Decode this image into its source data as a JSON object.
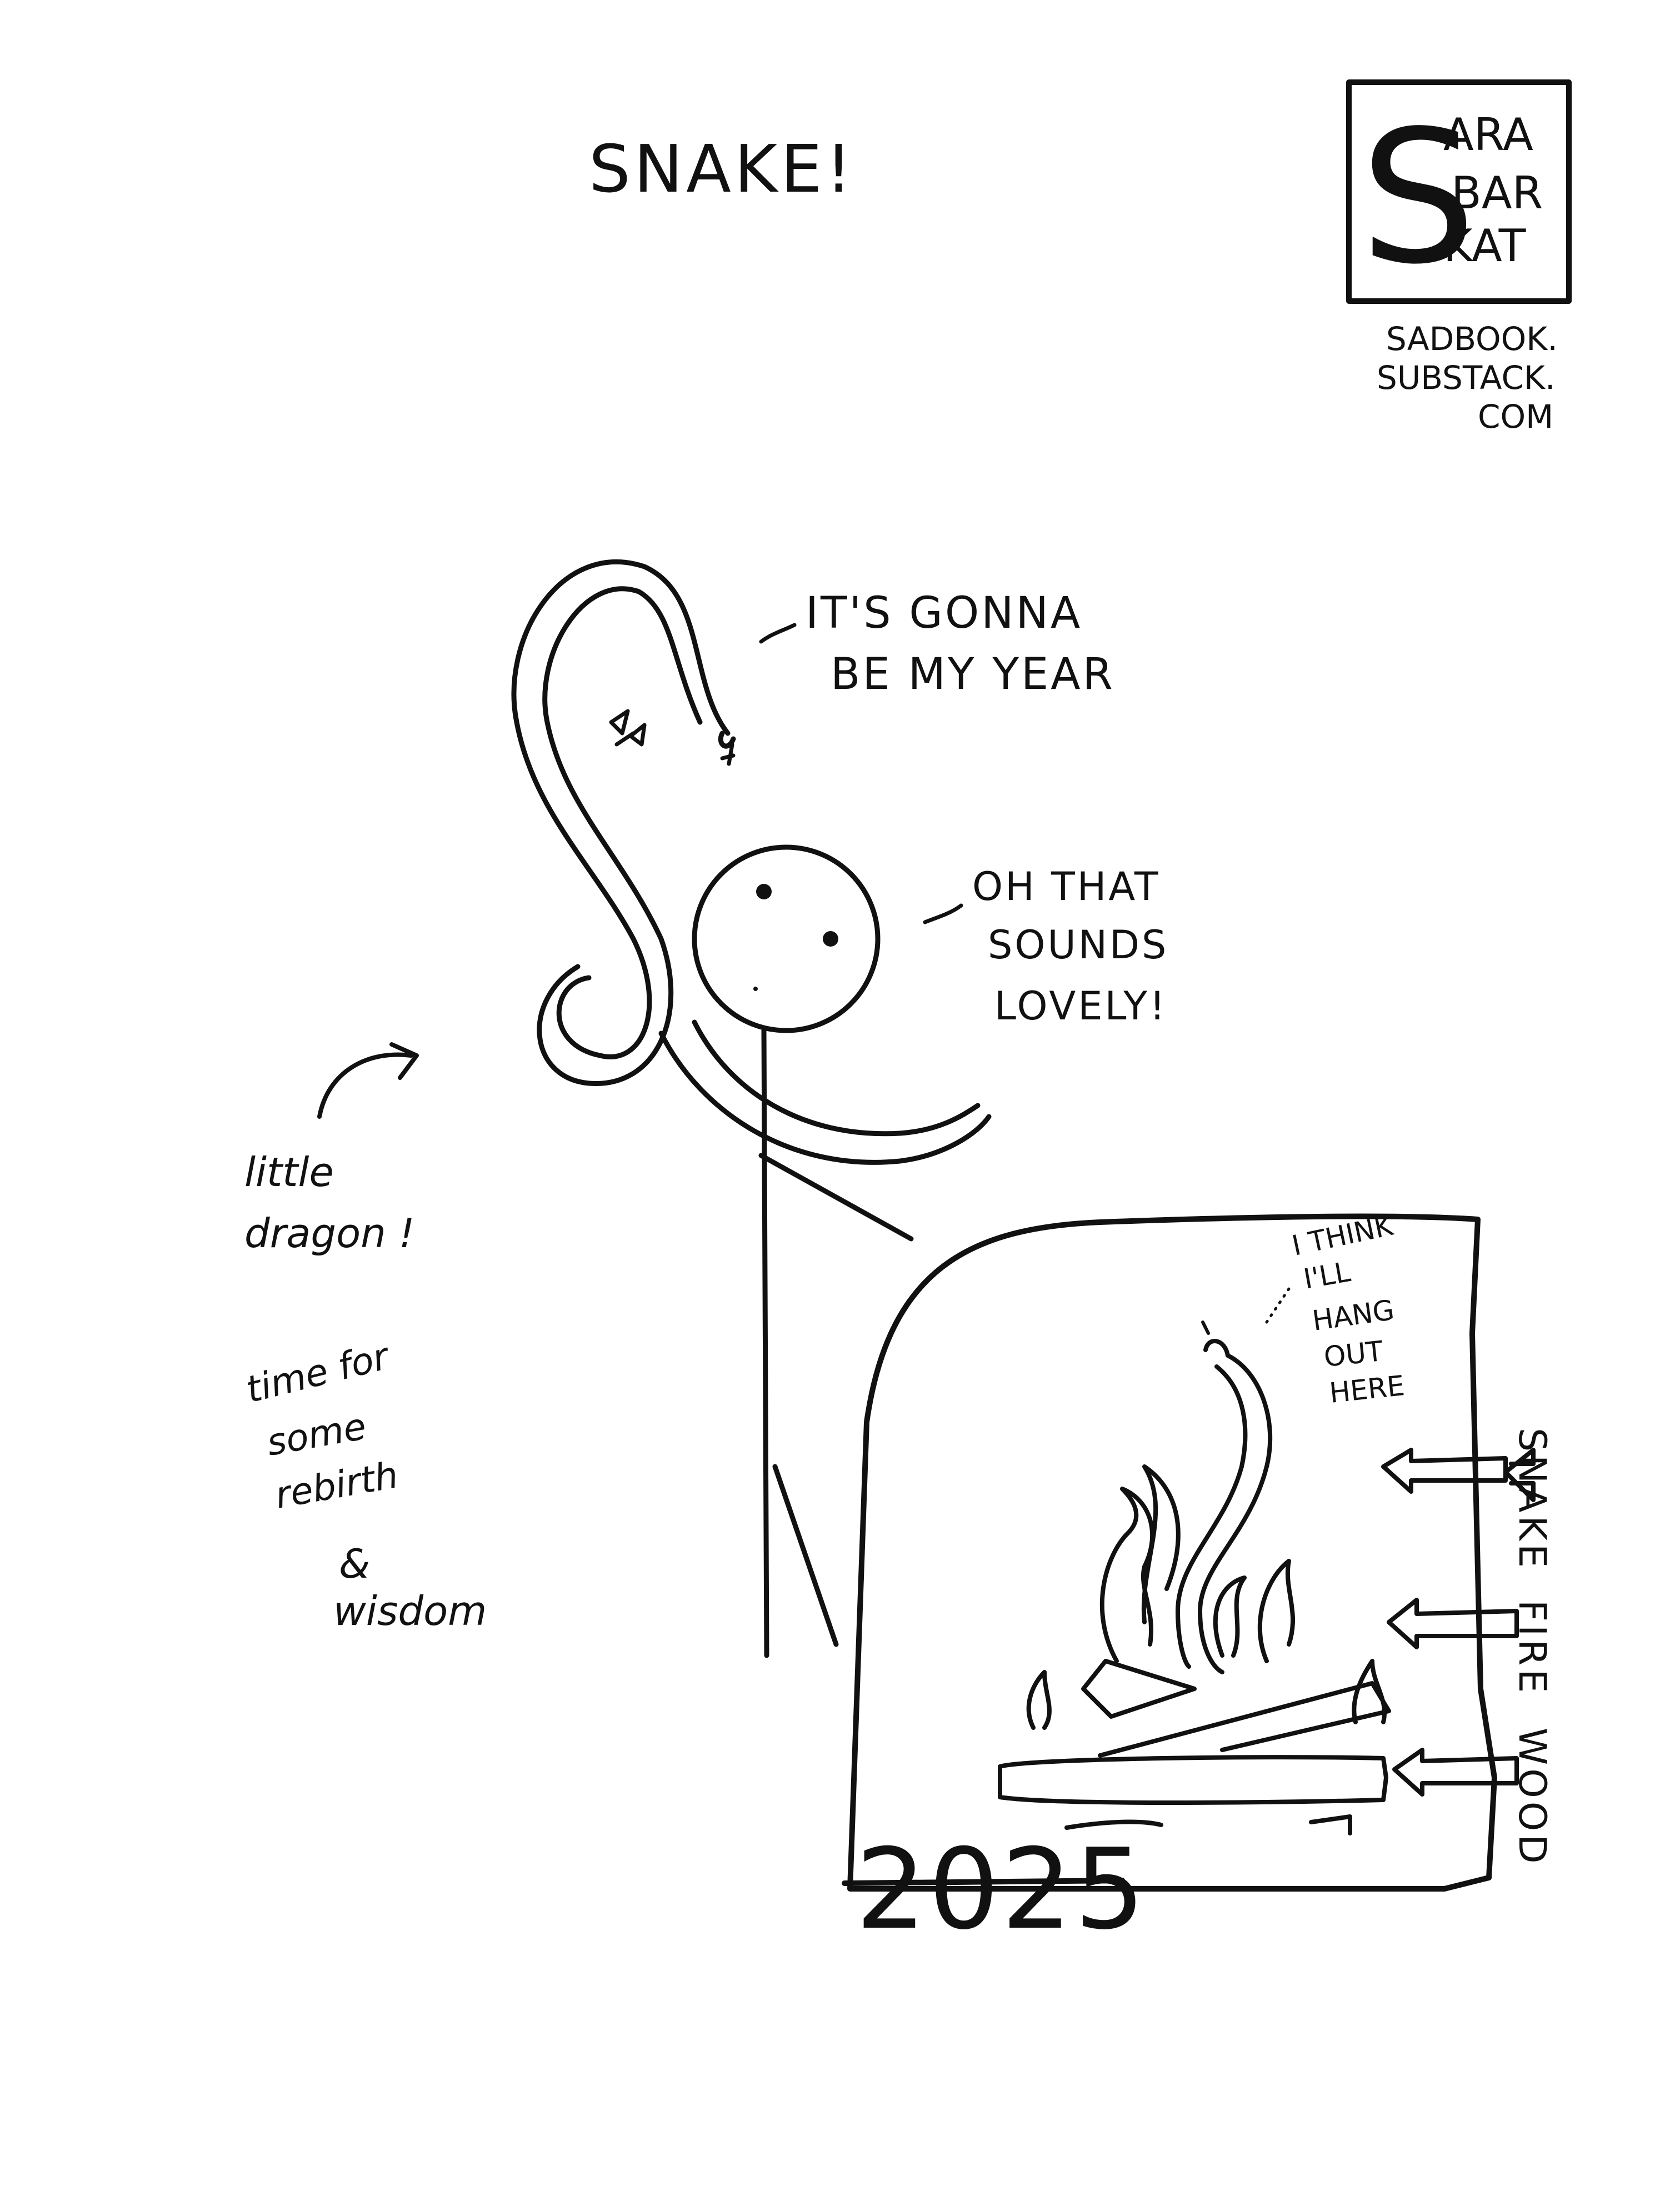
{
  "title": "SNAKE!",
  "logo": {
    "letters": [
      "S",
      "ARA",
      "BAR",
      "KAT"
    ],
    "url_lines": [
      "SADBOOK.",
      "SUBSTACK.",
      "COM"
    ]
  },
  "speech": {
    "snake": [
      "IT'S GONNA",
      "BE MY YEAR"
    ],
    "person": [
      "OH THAT",
      "SOUNDS",
      "LOVELY!"
    ],
    "fireplace_snake": [
      "I THINK",
      "I'LL",
      "HANG",
      "OUT",
      "HERE"
    ]
  },
  "notes": {
    "little_dragon": [
      "little",
      "dragon !"
    ],
    "rebirth": [
      "time for",
      "some",
      "rebirth"
    ],
    "wisdom": [
      "&",
      "wisdom"
    ]
  },
  "labels": {
    "snake": "SNAKE",
    "fire": "FIRE",
    "wood": "WOOD"
  },
  "year": "2025",
  "colors": {
    "ink": "#111111",
    "paper": "#ffffff"
  }
}
